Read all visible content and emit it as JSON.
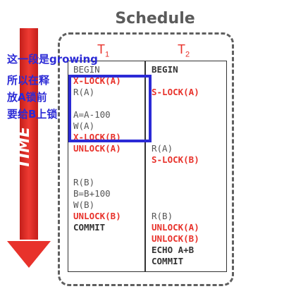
{
  "title": "Schedule",
  "time_label": "TIME",
  "t1_header": {
    "letter": "T",
    "sub": "1"
  },
  "t2_header": {
    "letter": "T",
    "sub": "2"
  },
  "annotation": {
    "line1": "这一段是growing",
    "line2": "所以在释",
    "line3": "放A锁前",
    "line4": "要给B上锁"
  },
  "t1_ops": [
    {
      "text": "BEGIN",
      "style": "normal"
    },
    {
      "text": "X-LOCK(A)",
      "style": "lock"
    },
    {
      "text": "R(A)",
      "style": "normal"
    },
    {
      "text": "",
      "style": "normal"
    },
    {
      "text": "A=A-100",
      "style": "normal"
    },
    {
      "text": "W(A)",
      "style": "normal"
    },
    {
      "text": "X-LOCK(B)",
      "style": "lock"
    },
    {
      "text": "UNLOCK(A)",
      "style": "lock"
    },
    {
      "text": "",
      "style": "normal"
    },
    {
      "text": "",
      "style": "normal"
    },
    {
      "text": "R(B)",
      "style": "normal"
    },
    {
      "text": "B=B+100",
      "style": "normal"
    },
    {
      "text": "W(B)",
      "style": "normal"
    },
    {
      "text": "UNLOCK(B)",
      "style": "lock"
    },
    {
      "text": "COMMIT",
      "style": "bold"
    }
  ],
  "t2_ops": [
    {
      "text": "BEGIN",
      "style": "bold"
    },
    {
      "text": "",
      "style": "normal"
    },
    {
      "text": "S-LOCK(A)",
      "style": "lock"
    },
    {
      "text": "",
      "style": "normal"
    },
    {
      "text": "",
      "style": "normal"
    },
    {
      "text": "",
      "style": "normal"
    },
    {
      "text": "",
      "style": "normal"
    },
    {
      "text": "R(A)",
      "style": "normal"
    },
    {
      "text": "S-LOCK(B)",
      "style": "lock"
    },
    {
      "text": "",
      "style": "normal"
    },
    {
      "text": "",
      "style": "normal"
    },
    {
      "text": "",
      "style": "normal"
    },
    {
      "text": "",
      "style": "normal"
    },
    {
      "text": "R(B)",
      "style": "normal"
    },
    {
      "text": "UNLOCK(A)",
      "style": "lock"
    },
    {
      "text": "UNLOCK(B)",
      "style": "lock"
    },
    {
      "text": "ECHO A+B",
      "style": "bold"
    },
    {
      "text": "COMMIT",
      "style": "bold"
    }
  ],
  "colors": {
    "arrow": "#e8322b",
    "lock_text": "#e8322b",
    "annotation": "#2b2ad6",
    "frame": "#5f5f5f"
  }
}
